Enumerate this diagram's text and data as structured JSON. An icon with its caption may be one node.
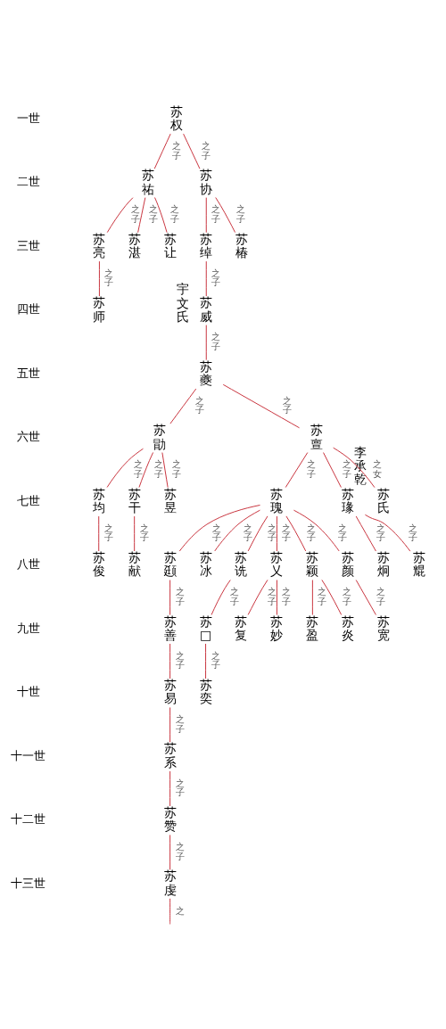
{
  "diagram": {
    "nodes": [
      {
        "text": [
          "苏权"
        ]
      },
      {
        "text": [
          "苏祐"
        ]
      },
      {
        "text": [
          "苏协"
        ]
      },
      {
        "text": [
          "苏亮"
        ]
      },
      {
        "text": [
          "苏湛"
        ]
      },
      {
        "text": [
          "苏让"
        ]
      },
      {
        "text": [
          "苏绰"
        ]
      },
      {
        "text": [
          "苏椿"
        ]
      },
      {
        "text": [
          "苏师"
        ]
      },
      {
        "text": [
          "苏威"
        ],
        "beside": [
          "宇文氏"
        ]
      },
      {
        "text": [
          "苏夔"
        ]
      },
      {
        "text": [
          "苏勖"
        ]
      },
      {
        "text": [
          "苏亶"
        ]
      },
      {
        "text": [
          "苏均"
        ]
      },
      {
        "text": [
          "苏干"
        ]
      },
      {
        "text": [
          "苏昱"
        ]
      },
      {
        "text": [
          "苏瑰"
        ]
      },
      {
        "text": [
          "苏瑑"
        ]
      },
      {
        "text": [
          "苏氏"
        ],
        "beside": [
          "李承乾"
        ]
      },
      {
        "text": [
          "苏俊"
        ]
      },
      {
        "text": [
          "苏献"
        ]
      },
      {
        "text": [
          "苏颋"
        ]
      },
      {
        "text": [
          "苏冰"
        ]
      },
      {
        "text": [
          "苏诜"
        ]
      },
      {
        "text": [
          "苏乂"
        ]
      },
      {
        "text": [
          "苏颖"
        ]
      },
      {
        "text": [
          "苏颜"
        ]
      },
      {
        "text": [
          "苏炯"
        ]
      },
      {
        "text": [
          "苏尡"
        ]
      },
      {
        "text": [
          "苏善"
        ]
      },
      {
        "text": [
          "苏□"
        ]
      },
      {
        "text": [
          "苏复"
        ]
      },
      {
        "text": [
          "苏妙"
        ]
      },
      {
        "text": [
          "苏盈"
        ]
      },
      {
        "text": [
          "苏炎"
        ]
      },
      {
        "text": [
          "苏宽"
        ]
      },
      {
        "text": [
          "苏易"
        ]
      },
      {
        "text": [
          "苏奕"
        ]
      },
      {
        "text": [
          "苏系"
        ]
      },
      {
        "text": [
          "苏赞"
        ]
      },
      {
        "text": [
          "苏虔"
        ]
      }
    ],
    "edges": [
      {
        "from": 0,
        "to": 1,
        "arrow": "none",
        "label": "之子"
      },
      {
        "from": 0,
        "to": 2,
        "arrow": "none",
        "label": "之子"
      },
      {
        "from": 1,
        "to": 3,
        "arrow": "none",
        "label": "之子"
      },
      {
        "from": 1,
        "to": 4,
        "arrow": "none",
        "label": "之子"
      },
      {
        "from": 1,
        "to": 5,
        "arrow": "none",
        "label": "之子"
      },
      {
        "from": 2,
        "to": 6,
        "arrow": "none",
        "label": "之子"
      },
      {
        "from": 2,
        "to": 7,
        "arrow": "none",
        "label": "之子"
      },
      {
        "from": 3,
        "to": 8,
        "arrow": "none",
        "label": "之子"
      },
      {
        "from": 6,
        "to": 9,
        "arrow": "none",
        "label": "之子"
      },
      {
        "from": 9,
        "to": 10,
        "arrow": "none",
        "label": "之子"
      },
      {
        "from": 10,
        "to": 11,
        "arrow": "none",
        "label": "之子"
      },
      {
        "from": 10,
        "to": 12,
        "arrow": "none",
        "label": "之子"
      },
      {
        "from": 11,
        "to": 13,
        "arrow": "none",
        "label": "之子"
      },
      {
        "from": 11,
        "to": 14,
        "arrow": "none",
        "label": "之子"
      },
      {
        "from": 11,
        "to": 15,
        "arrow": "none",
        "label": "之子"
      },
      {
        "from": 12,
        "to": 16,
        "arrow": "none",
        "label": "之子"
      },
      {
        "from": 12,
        "to": 17,
        "arrow": "none",
        "label": "之子"
      },
      {
        "from": 12,
        "to": 18,
        "arrow": "none",
        "label": "之女"
      },
      {
        "from": 13,
        "to": 19,
        "arrow": "none",
        "label": "之子"
      },
      {
        "from": 14,
        "to": 20,
        "arrow": "none",
        "label": "之子"
      },
      {
        "from": 16,
        "to": 21,
        "arrow": "none",
        "label": "之子"
      },
      {
        "from": 16,
        "to": 22,
        "arrow": "none",
        "label": "之子"
      },
      {
        "from": 16,
        "to": 23,
        "arrow": "none",
        "label": "之子"
      },
      {
        "from": 16,
        "to": 24,
        "arrow": "none",
        "label": "之子"
      },
      {
        "from": 16,
        "to": 25,
        "arrow": "none",
        "label": "之子"
      },
      {
        "from": 16,
        "to": 26,
        "arrow": "none",
        "label": "之子"
      },
      {
        "from": 17,
        "to": 27,
        "arrow": "none",
        "label": "之子"
      },
      {
        "from": 17,
        "to": 28,
        "arrow": "none",
        "label": "之子"
      },
      {
        "from": 21,
        "to": 29,
        "arrow": "none",
        "label": "之子"
      },
      {
        "from": 23,
        "to": 30,
        "arrow": "none",
        "label": "之子"
      },
      {
        "from": 24,
        "to": 31,
        "arrow": "none",
        "label": "之子"
      },
      {
        "from": 24,
        "to": 32,
        "arrow": "none",
        "label": "之子"
      },
      {
        "from": 25,
        "to": 33,
        "arrow": "none",
        "label": "之子"
      },
      {
        "from": 25,
        "to": 34,
        "arrow": "none",
        "label": "之子"
      },
      {
        "from": 26,
        "to": 35,
        "arrow": "none",
        "label": "之子"
      },
      {
        "from": 29,
        "to": 36,
        "arrow": "none",
        "label": "之子"
      },
      {
        "from": 30,
        "to": 37,
        "arrow": "none",
        "label": "之子"
      },
      {
        "from": 36,
        "to": 38,
        "arrow": "none",
        "label": "之子"
      },
      {
        "from": 38,
        "to": 39,
        "arrow": "none",
        "label": "之子"
      },
      {
        "from": 39,
        "to": 40,
        "arrow": "none",
        "label": "之子"
      },
      {
        "from": 40,
        "to": null,
        "arrow": "none",
        "label": "之"
      }
    ],
    "labels": [
      "一世",
      "二世",
      "三世",
      "四世",
      "五世",
      "六世",
      "七世",
      "八世",
      "九世",
      "十世",
      "十一世",
      "十二世",
      "十三世"
    ]
  }
}
